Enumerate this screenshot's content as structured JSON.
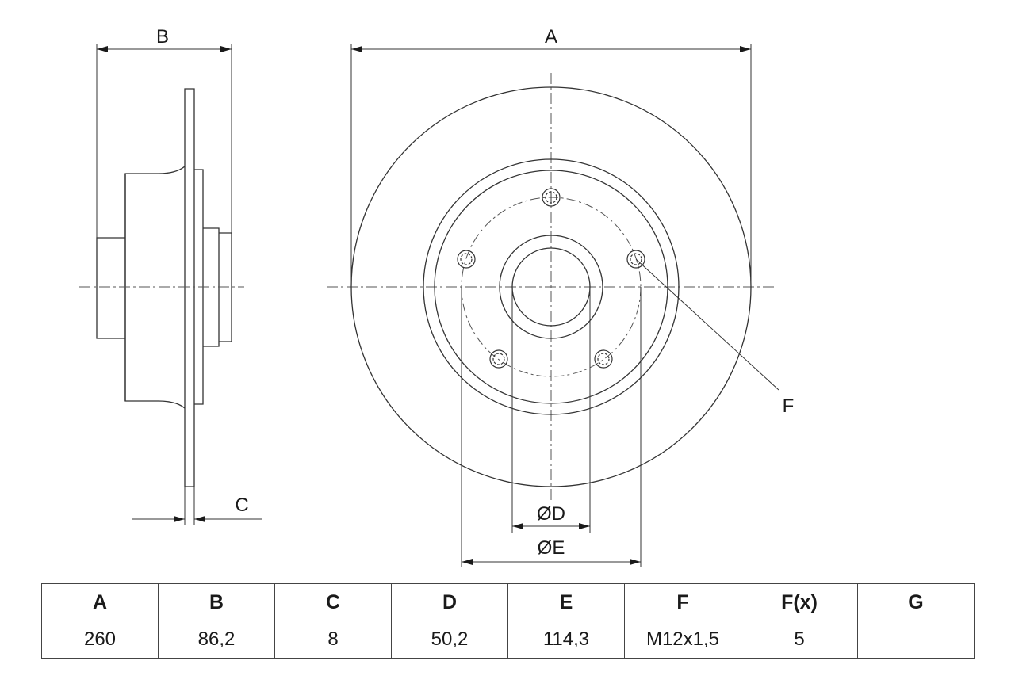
{
  "labels": {
    "a": "A",
    "b": "B",
    "c": "C",
    "d": "ØD",
    "e": "ØE",
    "f": "F"
  },
  "table": {
    "headers": [
      "A",
      "B",
      "C",
      "D",
      "E",
      "F",
      "F(x)",
      "G"
    ],
    "values": [
      "260",
      "86,2",
      "8",
      "50,2",
      "114,3",
      "M12x1,5",
      "5",
      ""
    ]
  }
}
